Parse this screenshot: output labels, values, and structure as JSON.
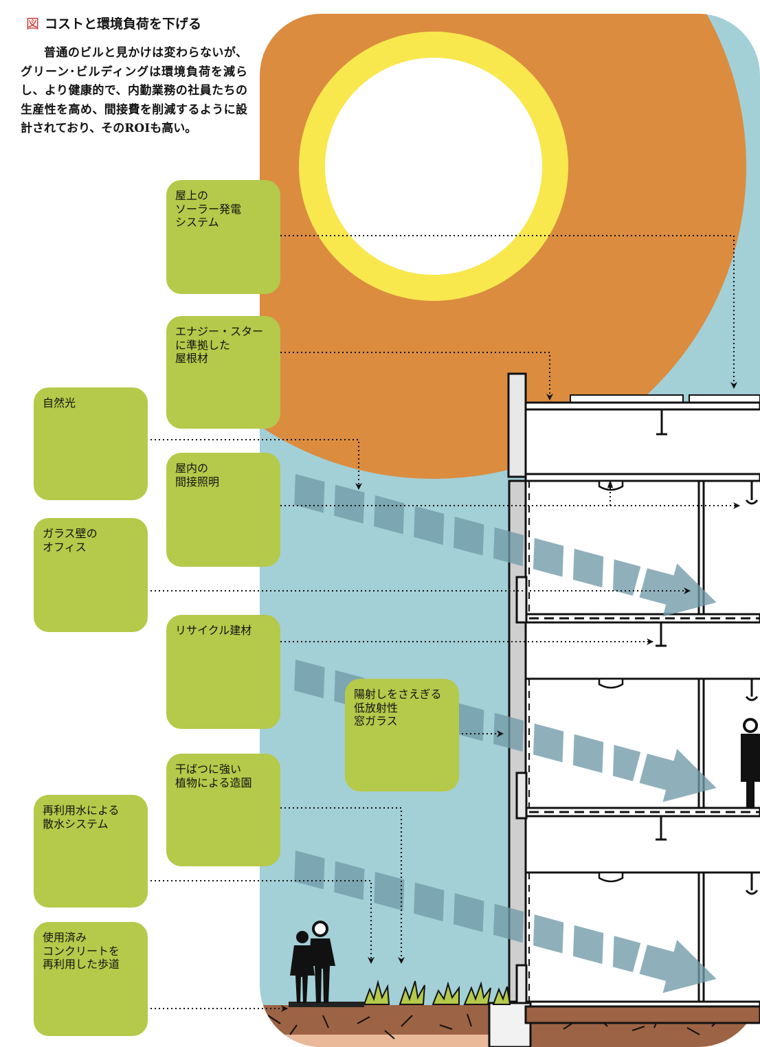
{
  "figure": {
    "mark": "図",
    "title": "コストと環境負荷を下げる",
    "intro": "普通のビルと見かけは変わらないが、グリーン･ビルディングは環境負荷を減らし、より健康的で、内勤業務の社員たちの生産性を高め、間接費を削減するように設計されており、そのROIも高い。"
  },
  "labels": {
    "rooftop_solar": "屋上の\nソーラー発電\nシステム",
    "energy_star_roof": "エナジー・スター\nに準拠した\n屋根材",
    "natural_light": "自然光",
    "indirect_lighting": "屋内の\n間接照明",
    "glass_office": "ガラス壁の\nオフィス",
    "recycled_material": "リサイクル建材",
    "low_e_glass": "陽射しをさえぎる\n低放射性\n窓ガラス",
    "drought_landscape": "干ばつに強い\n植物による造園",
    "reuse_water": "再利用水による\n散水システム",
    "recycled_concrete": "使用済み\nコンクリートを\n再利用した歩道"
  },
  "colors": {
    "sky": "#a3cfd6",
    "sun_outer": "#db8c3f",
    "sun_ring": "#f8e84e",
    "sun_core": "#ffffff",
    "label_box": "#b5c94a",
    "light_arrow": "#6f9aa8",
    "soil": "#9c6344",
    "title_mark": "#d2302c"
  }
}
